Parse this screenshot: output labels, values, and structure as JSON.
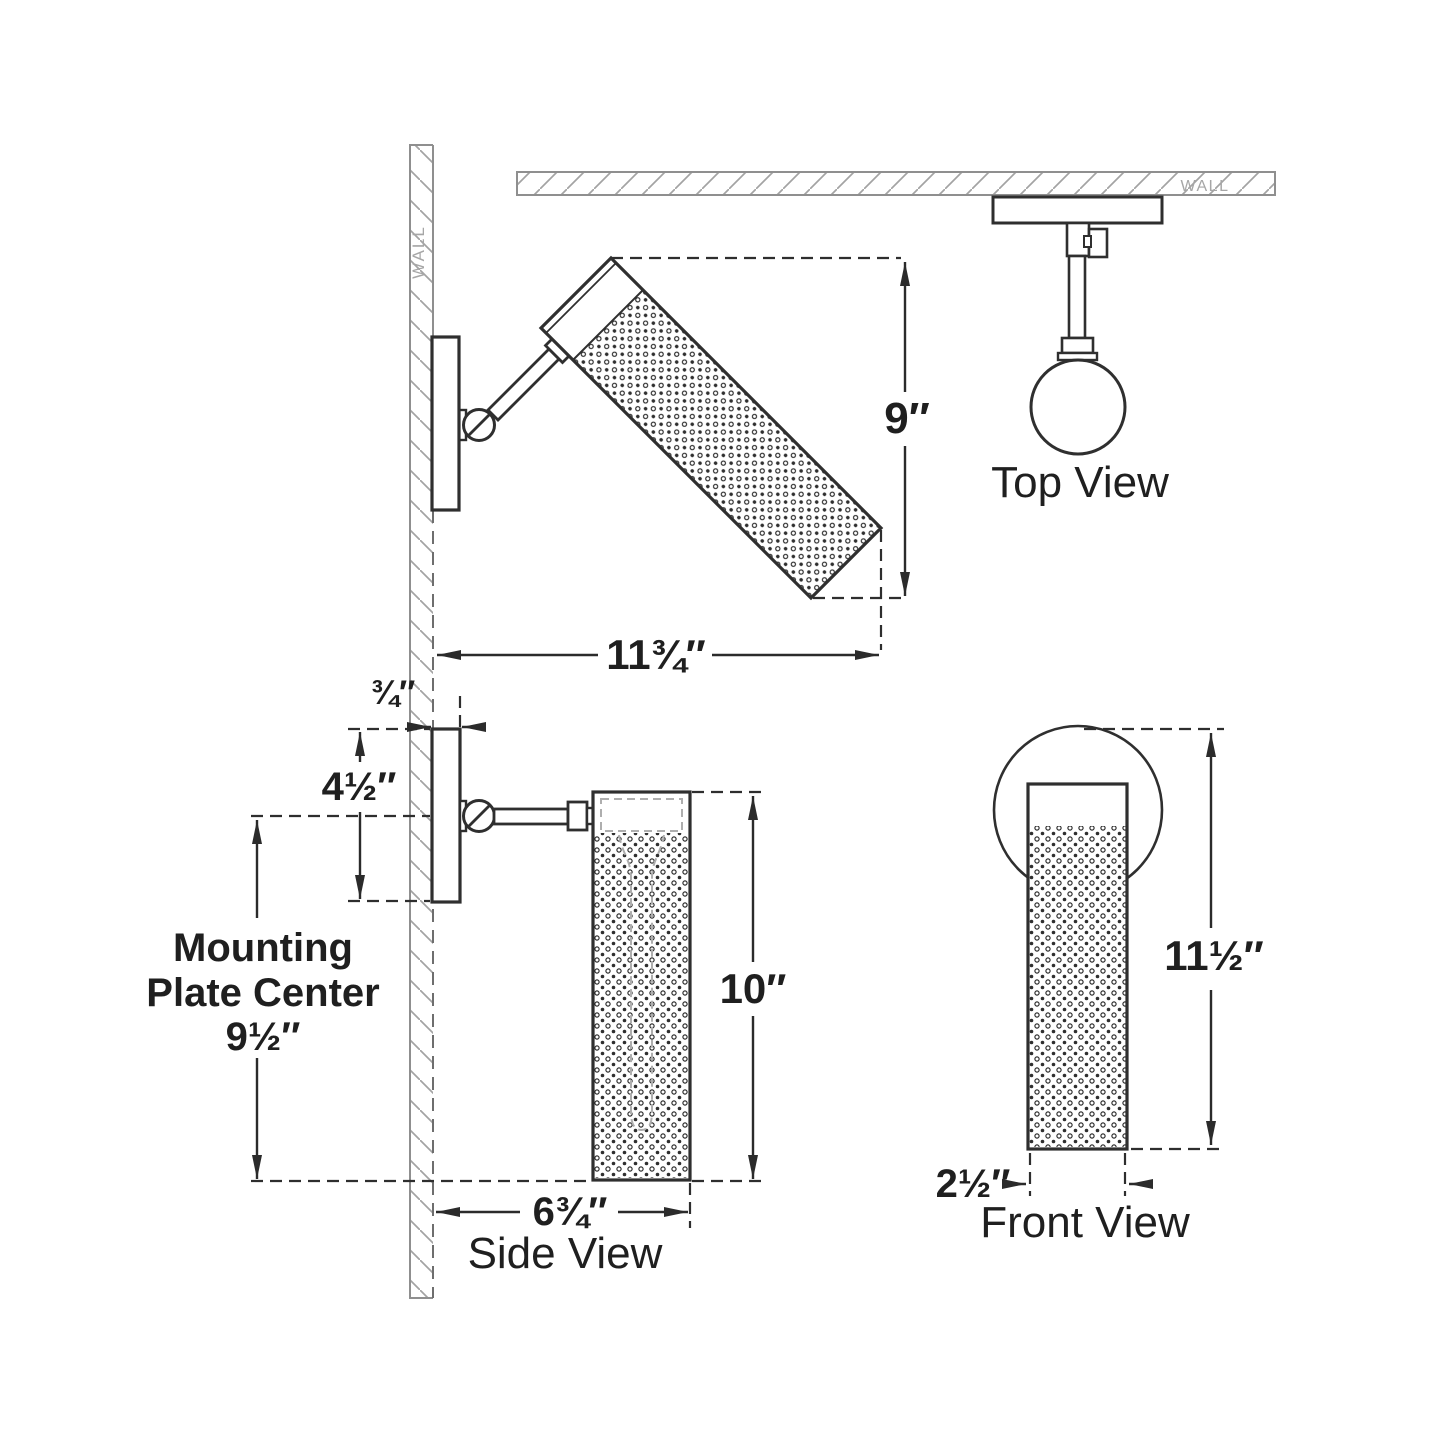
{
  "drawing": {
    "background": "#ffffff",
    "line_color": "#2b2b2b",
    "fixture_line_color": "#2f2f2f",
    "hidden_line_color": "#aeaeae",
    "wall_line_color": "#8f8f8f",
    "wall_text_color": "#a6a6a6"
  },
  "labels": {
    "wall_side": "WALL",
    "wall_top": "WALL",
    "top_view": "Top View",
    "side_view": "Side View",
    "front_view": "Front View"
  },
  "dimensions": {
    "shade_drop_height": "9″",
    "projection_width": "11¾″",
    "backplate_offset": "¾″",
    "backplate_height": "4½″",
    "mounting_label_line1": "Mounting",
    "mounting_label_line2": "Plate Center",
    "mounting_height": "9½″",
    "shade_length": "10″",
    "wall_to_front": "6¾″",
    "overall_height": "11½″",
    "shade_width": "2½″"
  }
}
